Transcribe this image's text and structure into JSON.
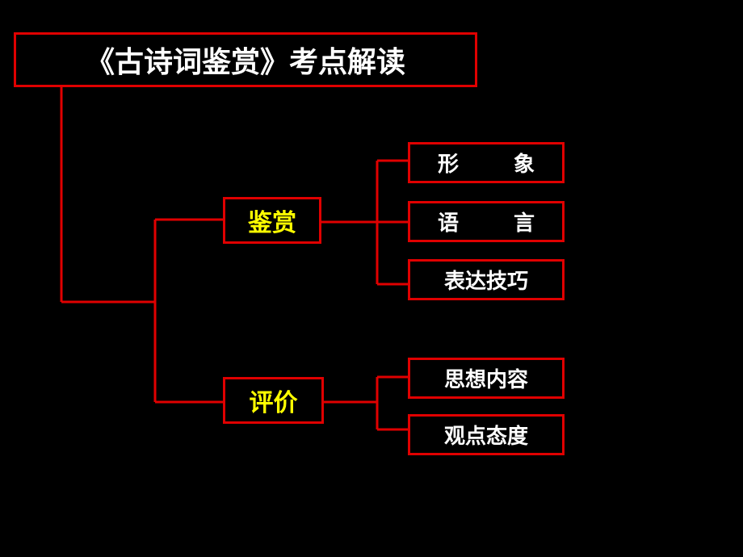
{
  "title": "《古诗词鉴赏》考点解读",
  "branches": [
    {
      "label": "鉴赏",
      "children": [
        {
          "chars": [
            "形",
            "象"
          ]
        },
        {
          "chars": [
            "语",
            "言"
          ]
        },
        {
          "label": "表达技巧"
        }
      ]
    },
    {
      "label": "评价",
      "children": [
        {
          "label": "思想内容"
        },
        {
          "label": "观点态度"
        }
      ]
    }
  ],
  "colors": {
    "background": "#000000",
    "border": "#e00000",
    "title_text": "#ffffff",
    "branch_text": "#ffff00",
    "leaf_text": "#ffffff"
  }
}
